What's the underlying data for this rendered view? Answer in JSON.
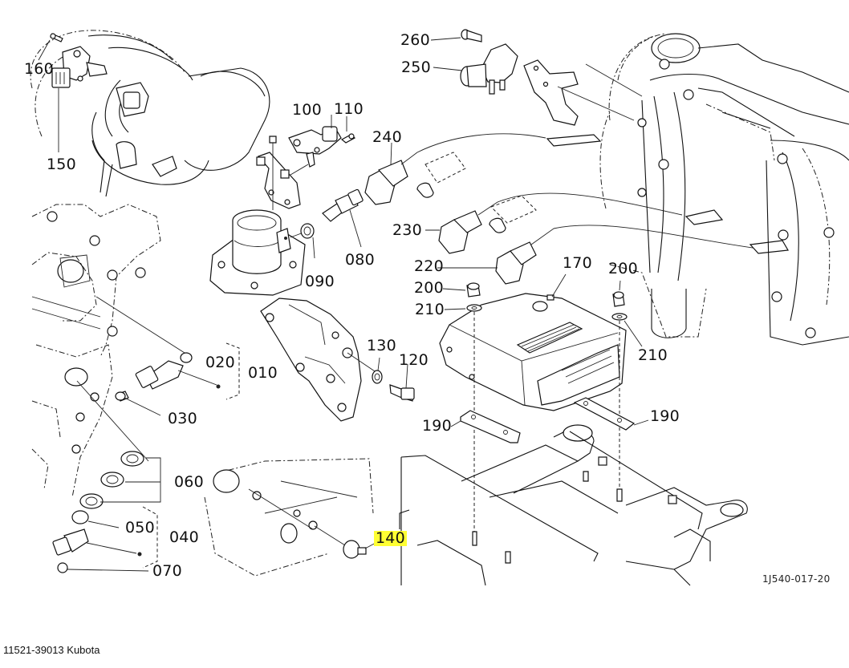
{
  "diagram": {
    "title": "Kubota engine sensors & ECU parts diagram",
    "highlight_color": "#ffff33",
    "highlighted_part": "140",
    "drawing_code": "1J540-017-20",
    "labels": [
      {
        "id": "160",
        "text": "160"
      },
      {
        "id": "150",
        "text": "150"
      },
      {
        "id": "100",
        "text": "100"
      },
      {
        "id": "110",
        "text": "110"
      },
      {
        "id": "260",
        "text": "260"
      },
      {
        "id": "250",
        "text": "250"
      },
      {
        "id": "240",
        "text": "240"
      },
      {
        "id": "230",
        "text": "230"
      },
      {
        "id": "220",
        "text": "220"
      },
      {
        "id": "170",
        "text": "170"
      },
      {
        "id": "200a",
        "text": "200"
      },
      {
        "id": "210a",
        "text": "210"
      },
      {
        "id": "200b",
        "text": "200"
      },
      {
        "id": "210b",
        "text": "210"
      },
      {
        "id": "080",
        "text": "080"
      },
      {
        "id": "090",
        "text": "090"
      },
      {
        "id": "020",
        "text": "020"
      },
      {
        "id": "010",
        "text": "010"
      },
      {
        "id": "030",
        "text": "030"
      },
      {
        "id": "130",
        "text": "130"
      },
      {
        "id": "120",
        "text": "120"
      },
      {
        "id": "190a",
        "text": "190"
      },
      {
        "id": "190b",
        "text": "190"
      },
      {
        "id": "060",
        "text": "060"
      },
      {
        "id": "050",
        "text": "050"
      },
      {
        "id": "040",
        "text": "040"
      },
      {
        "id": "070",
        "text": "070"
      },
      {
        "id": "140",
        "text": "140"
      }
    ]
  },
  "caption": "11521-39013 Kubota"
}
